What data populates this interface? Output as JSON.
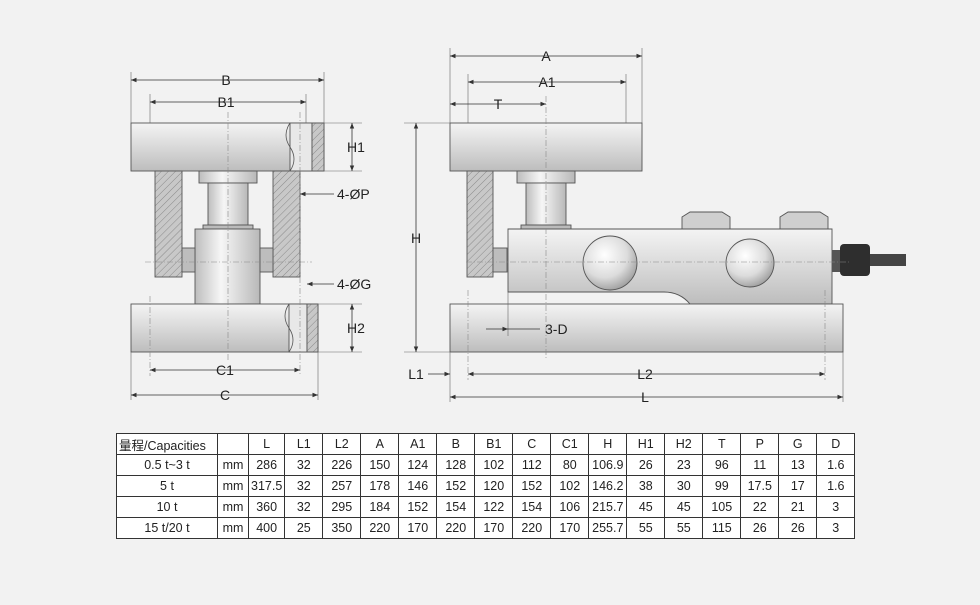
{
  "labels": {
    "B": "B",
    "B1": "B1",
    "H1": "H1",
    "P": "4-ØP",
    "G": "4-ØG",
    "H2": "H2",
    "C1": "C1",
    "C": "C",
    "A": "A",
    "A1": "A1",
    "T": "T",
    "H": "H",
    "D": "3-D",
    "L1": "L1",
    "L2": "L2",
    "L": "L"
  },
  "table": {
    "header": [
      "量程/Capacities",
      "",
      "L",
      "L1",
      "L2",
      "A",
      "A1",
      "B",
      "B1",
      "C",
      "C1",
      "H",
      "H1",
      "H2",
      "T",
      "P",
      "G",
      "D"
    ],
    "rows": [
      [
        "0.5 t~3 t",
        "mm",
        "286",
        "32",
        "226",
        "150",
        "124",
        "128",
        "102",
        "112",
        "80",
        "106.9",
        "26",
        "23",
        "96",
        "11",
        "13",
        "1.6"
      ],
      [
        "5 t",
        "mm",
        "317.5",
        "32",
        "257",
        "178",
        "146",
        "152",
        "120",
        "152",
        "102",
        "146.2",
        "38",
        "30",
        "99",
        "17.5",
        "17",
        "1.6"
      ],
      [
        "10 t",
        "mm",
        "360",
        "32",
        "295",
        "184",
        "152",
        "154",
        "122",
        "154",
        "106",
        "215.7",
        "45",
        "45",
        "105",
        "22",
        "21",
        "3"
      ],
      [
        "15 t/20 t",
        "mm",
        "400",
        "25",
        "350",
        "220",
        "170",
        "220",
        "170",
        "220",
        "170",
        "255.7",
        "55",
        "55",
        "115",
        "26",
        "26",
        "3"
      ]
    ]
  }
}
